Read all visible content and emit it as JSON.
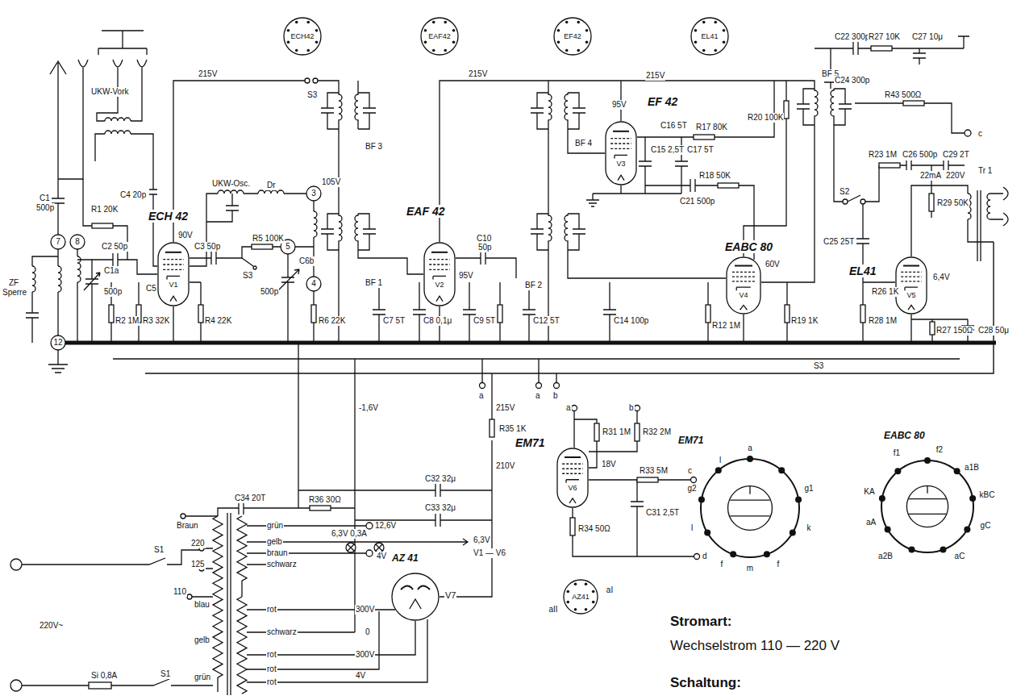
{
  "diagram": {
    "nodes": [
      {
        "text": [
          "ECH 42",
          "V1"
        ]
      },
      {
        "text": [
          "EAF 42",
          "V2"
        ]
      },
      {
        "text": [
          "EF 42",
          "V3"
        ]
      },
      {
        "text": [
          "EABC 80",
          "V4"
        ]
      },
      {
        "text": [
          "EL41",
          "V5"
        ]
      },
      {
        "text": [
          "EM71",
          "V6"
        ]
      },
      {
        "text": [
          "AZ 41",
          "V7"
        ]
      },
      {
        "text": [
          "ECH42"
        ]
      },
      {
        "text": [
          "EAF42"
        ]
      },
      {
        "text": [
          "EF42"
        ]
      },
      {
        "text": [
          "EL41"
        ]
      },
      {
        "text": [
          "AZ41"
        ]
      },
      {
        "text": [
          "EM71"
        ]
      },
      {
        "text": [
          "EABC 80"
        ]
      }
    ],
    "labels": [
      "215V",
      "215V",
      "215V",
      "UKW-Vork",
      "UKW-Osc.",
      "Dr",
      "105V",
      "C1",
      "500p",
      "R1 20K",
      "C4 20p",
      "ZF",
      "Sperre",
      "BF 1",
      "BF 2",
      "BF 3",
      "BF 4",
      "BF 5",
      "S3",
      "S3",
      "S3",
      "S2",
      "C10",
      "50p",
      "C1a",
      "500p",
      "R2 1M",
      "R3 32K",
      "C5",
      "R4 22K",
      "C6b",
      "500p",
      "R6 22K",
      "C7 5T",
      "C8 0,1μ",
      "C9 5T",
      "C12 5T",
      "C14 100p",
      "R12 1M",
      "R19 1K",
      "95V",
      "C16 5T",
      "R17 80K",
      "C15 2,5T",
      "C17 5T",
      "C21 500p",
      "R18 50K",
      "R20 100K",
      "22mA",
      "220V",
      "Tr 1",
      "R23 1M",
      "C26 500p",
      "C29 2T",
      "R29 50K",
      "C25 25T",
      "R26 1K",
      "6,4V",
      "C28 50μ",
      "R27 150Ω",
      "R28 1M",
      "C22 300p",
      "C24 300p",
      "R27 10K",
      "C27 10μ",
      "R43 500Ω",
      "c",
      "a",
      "a",
      "b",
      "-1,6V",
      "215V",
      "210V",
      "C32 32μ",
      "C33 32μ",
      "R36 30Ω",
      "R35 1K",
      "C34 20T",
      "a",
      "b",
      "R31 1M",
      "R32 2M",
      "18V",
      "R33 5M",
      "c",
      "C31 2,5T",
      "R34 50Ω",
      "d",
      "Braun",
      "220",
      "125",
      "110",
      "blau",
      "gelb",
      "grün",
      "grün",
      "gelb",
      "braun",
      "schwarz",
      "12,6V",
      "6,3V 0,3A",
      "4V",
      "6,3V",
      "V1 — V6",
      "rot",
      "300V",
      "schwarz",
      "0",
      "rot",
      "300V",
      "rot",
      "rot",
      "4V",
      "S1",
      "S1",
      "Si 0,8A",
      "220V~",
      "Stromart:",
      "Wechselstrom 110 — 220 V",
      "Schaltung:",
      "7",
      "8",
      "12",
      "3",
      "4",
      "5",
      "l",
      "a",
      "g2",
      "g1",
      "l",
      "k",
      "f",
      "m",
      "f",
      "f1",
      "f2",
      "a1B",
      "kBC",
      "KA",
      "aA",
      "gC",
      "a2B",
      "aC",
      "aI",
      "aII",
      "R5 100K",
      "C3 50p",
      "C2 50p",
      "90V",
      "95V",
      "60V"
    ]
  }
}
